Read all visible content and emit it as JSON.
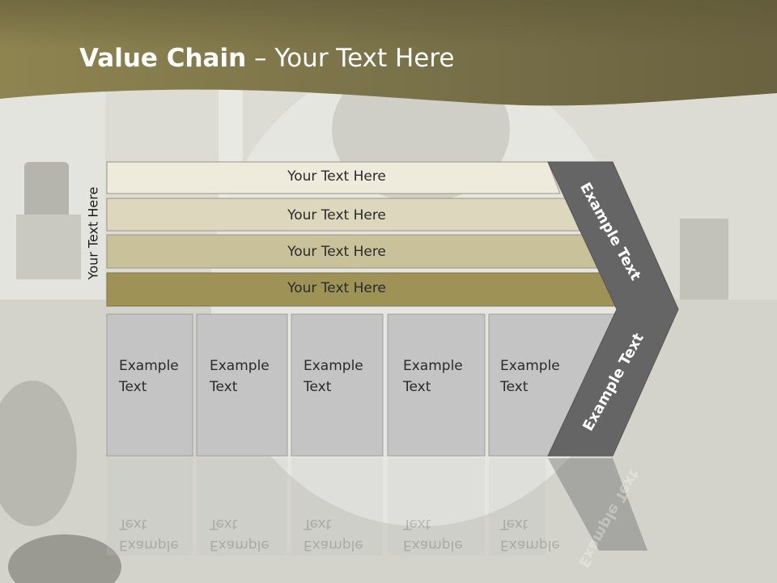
{
  "title": {
    "bold": "Value Chain",
    "rest": " – Your Text Here"
  },
  "side_label": "Your Text Here",
  "bars": [
    {
      "label": "Your Text Here",
      "color": "#eeebdd"
    },
    {
      "label": "Your Text Here",
      "color": "#ddd8bd"
    },
    {
      "label": "Your Text Here",
      "color": "#c8c19a"
    },
    {
      "label": "Your Text Here",
      "color": "#9f9257"
    }
  ],
  "boxes": [
    {
      "line1": "Example",
      "line2": "Text"
    },
    {
      "line1": "Example",
      "line2": "Text"
    },
    {
      "line1": "Example",
      "line2": "Text"
    },
    {
      "line1": "Example",
      "line2": "Text"
    },
    {
      "line1": "Example",
      "line2": "Text"
    }
  ],
  "chevron_top": "Example Text",
  "chevron_bottom": "Example Text",
  "colors": {
    "header": "#7d7446",
    "box": "#c4c4c4",
    "chevron": "#656565"
  }
}
